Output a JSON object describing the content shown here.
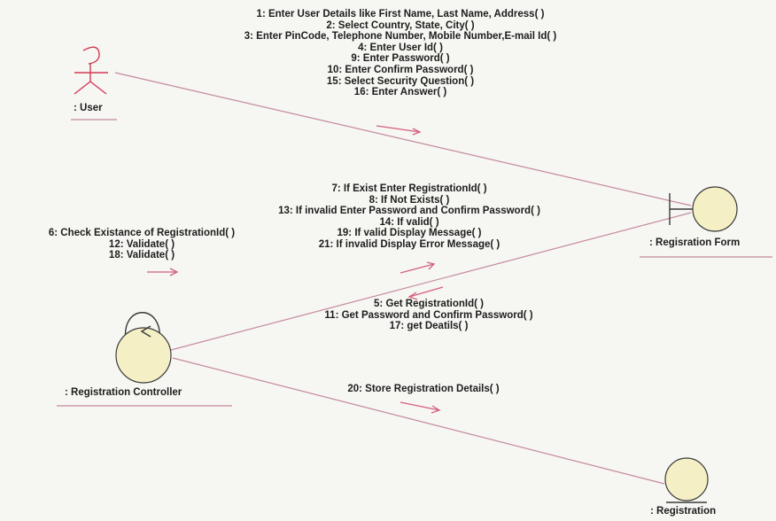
{
  "objects": {
    "user": ": User",
    "form": ": Regisration Form",
    "controller": ": Registration Controller",
    "entity": ": Registration"
  },
  "messages": {
    "user_to_form": [
      "1: Enter User Details like First Name, Last Name, Address( )",
      "2: Select Country, State, City( )",
      "3: Enter PinCode, Telephone Number, Mobile Number,E-mail Id( )",
      "4: Enter User Id( )",
      "9: Enter Password( )",
      "10: Enter Confirm Password( )",
      "15: Select Security Question( )",
      "16: Enter Answer( )"
    ],
    "controller_to_form": [
      "7: If Exist Enter RegistrationId( )",
      "8: If Not Exists( )",
      "13: If invalid Enter Password and Confirm Password( )",
      "14: If valid( )",
      "19: If valid Display Message( )",
      "21: If invalid Display Error Message( )"
    ],
    "controller_self": [
      "6: Check Existance of RegistrationId( )",
      "12: Validate( )",
      "18: Validate( )"
    ],
    "form_to_controller": [
      "5: Get RegistrationId( )",
      "11: Get Password and Confirm Password( )",
      "17: get Deatils( )"
    ],
    "controller_to_entity": [
      "20: Store Registration Details( )"
    ]
  },
  "colors": {
    "link": "#c58aa0",
    "arrow": "#d4607c",
    "object_fill": "#f4efc4",
    "object_stroke": "#3a3a3a",
    "actor": "#d23c55",
    "text": "#1d1d1d"
  }
}
